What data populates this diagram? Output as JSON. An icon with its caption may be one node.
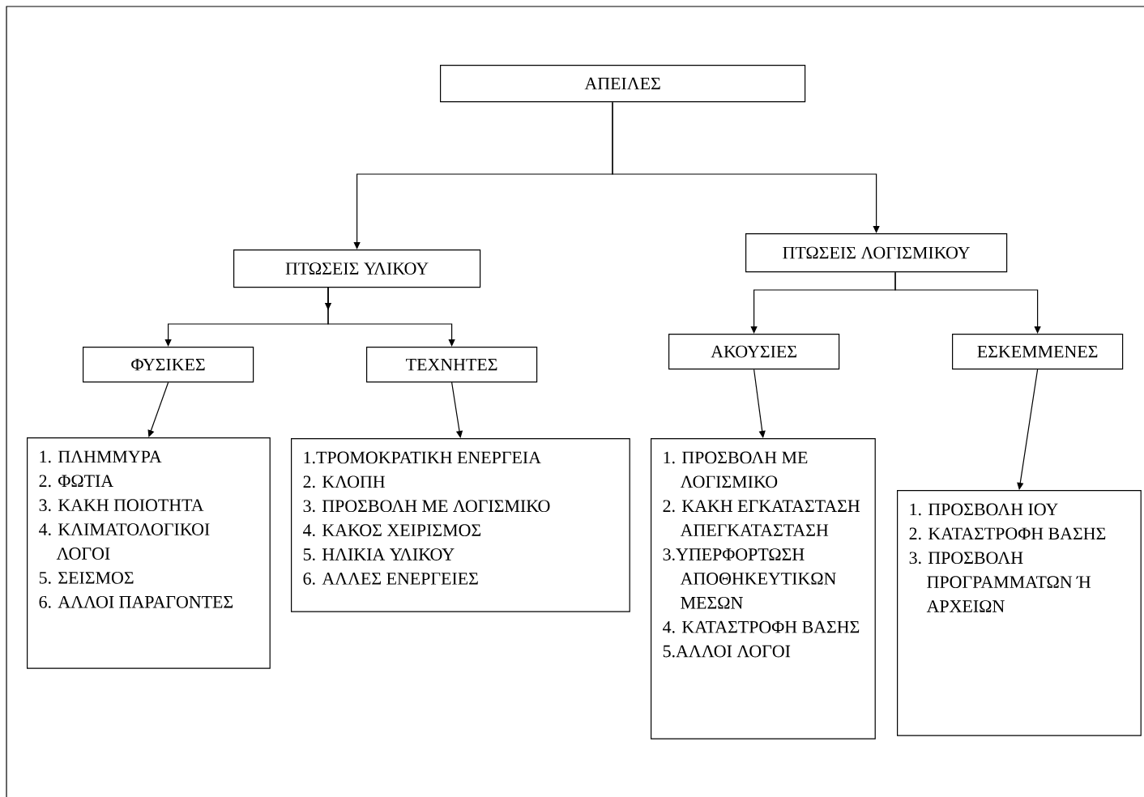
{
  "diagram": {
    "nodes": [
      {
        "text": [
          "ΑΠΕΙΛΕΣ"
        ]
      },
      {
        "text": [
          "ΠΤΩΣΕΙΣ ΥΛΙΚΟΥ"
        ]
      },
      {
        "text": [
          "ΠΤΩΣΕΙΣ ΛΟΓΙΣΜΙΚΟΥ"
        ]
      },
      {
        "text": [
          "ΦΥΣΙΚΕΣ"
        ]
      },
      {
        "text": [
          "ΤΕΧΝΗΤΕΣ"
        ]
      },
      {
        "text": [
          "ΑΚΟΥΣΙΕΣ"
        ]
      },
      {
        "text": [
          "ΕΣΚΕΜΜΕΝΕΣ"
        ]
      },
      {
        "text": [
          "1. ΠΛΗΜΜΥΡΑ",
          "2. ΦΩΤΙΑ",
          "3. ΚΑΚΗ ΠΟΙΟΤΗΤΑ",
          "4. ΚΛΙΜΑΤΟΛΟΓΙΚΟΙ ΛΟΓΟΙ",
          "5. ΣΕΙΣΜΟΣ",
          "6. ΑΛΛΟΙ ΠΑΡΑΓΟΝΤΕΣ"
        ]
      },
      {
        "text": [
          "1.ΤΡΟΜΟΚΡΑΤΙΚΗ ΕΝΕΡΓΕΙΑ",
          "2. ΚΛΟΠΗ",
          "3. ΠΡΟΣΒΟΛΗ ΜΕ ΛΟΓΙΣΜΙΚΟ",
          "4. ΚΑΚΟΣ ΧΕΙΡΙΣΜΟΣ",
          "5. ΗΛΙΚΙΑ ΥΛΙΚΟΥ",
          "6. ΑΛΛΕΣ ΕΝΕΡΓΕΙΕΣ"
        ]
      },
      {
        "text": [
          "1. ΠΡΟΣΒΟΛΗ ΜΕ ΛΟΓΙΣΜΙΚΟ",
          "2. ΚΑΚΗ ΕΓΚΑΤΑΣΤΑΣΗ ΑΠΕΓΚΑΤΑΣΤΑΣΗ",
          "3.ΥΠΕΡΦΟΡΤΩΣΗ ΑΠΟΘΗΚΕΥΤΙΚΩΝ ΜΕΣΩΝ",
          "4. ΚΑΤΑΣΤΡΟΦΗ ΒΑΣΗΣ",
          "5.ΑΛΛΟΙ ΛΟΓΟΙ"
        ]
      },
      {
        "text": [
          "1. ΠΡΟΣΒΟΛΗ ΙΟΥ",
          "2. ΚΑΤΑΣΤΡΟΦΗ ΒΑΣΗΣ",
          "3. ΠΡΟΣΒΟΛΗ ΠΡΟΓΡΑΜΜΑΤΩΝ Ή ΑΡΧΕΙΩΝ"
        ]
      }
    ],
    "edges": [
      {
        "from": 0,
        "to": 1,
        "arrow": "to"
      },
      {
        "from": 0,
        "to": 2,
        "arrow": "to"
      },
      {
        "from": 1,
        "to": 3,
        "arrow": "to"
      },
      {
        "from": 1,
        "to": 4,
        "arrow": "to"
      },
      {
        "from": 2,
        "to": 5,
        "arrow": "to"
      },
      {
        "from": 2,
        "to": 6,
        "arrow": "to"
      },
      {
        "from": 3,
        "to": 7,
        "arrow": "to"
      },
      {
        "from": 4,
        "to": 8,
        "arrow": "to"
      },
      {
        "from": 5,
        "to": 9,
        "arrow": "to"
      },
      {
        "from": 6,
        "to": 10,
        "arrow": "to"
      }
    ]
  }
}
